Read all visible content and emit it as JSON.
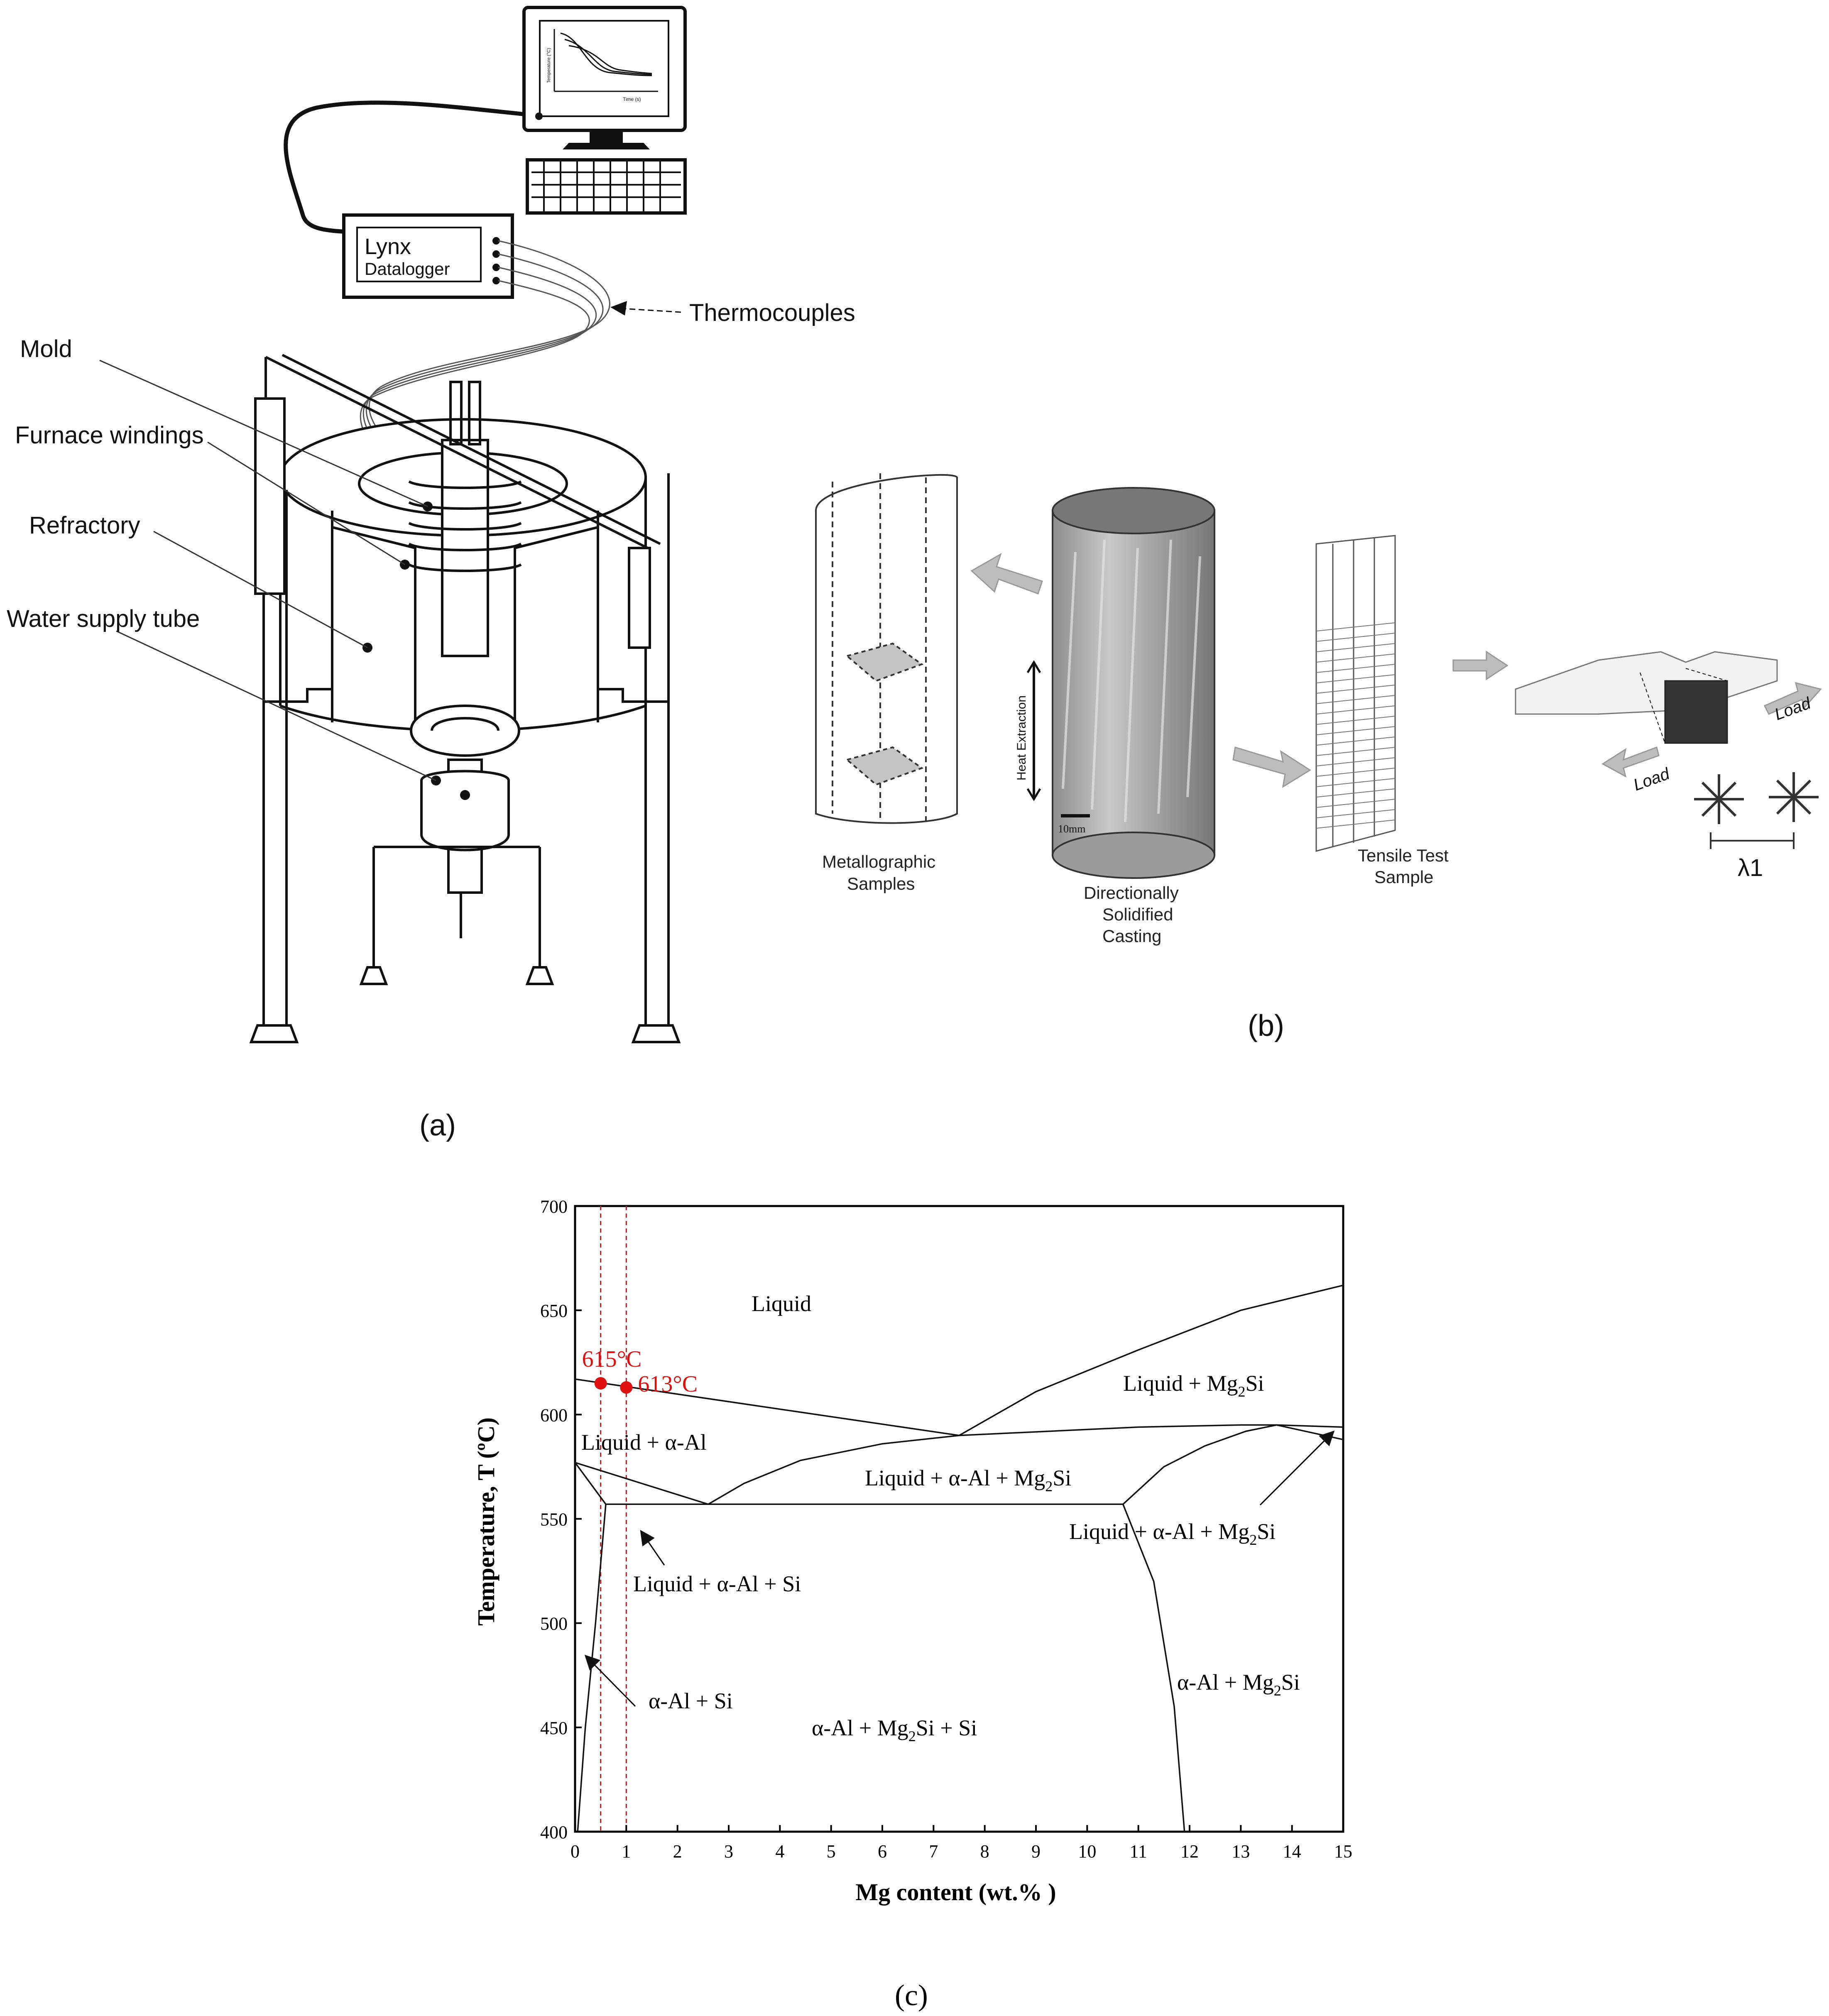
{
  "panel_a": {
    "monitor_plot": {
      "ylabel": "Temperature (°C)",
      "xlabel": "Time (s)"
    },
    "datalogger": {
      "line1": "Lynx",
      "line2": "Datalogger"
    },
    "labels": {
      "thermocouples": "Thermocouples",
      "mold": "Mold",
      "furnace_windings": "Furnace windings",
      "refractory": "Refractory",
      "water_supply_tube": "Water supply tube"
    },
    "caption": "(a)"
  },
  "panel_b": {
    "metallographic": "Metallographic Samples",
    "casting": "Directionally Solidified Casting",
    "heat_extraction": "Heat Extraction",
    "scale": "10mm",
    "tensile": "Tensile Test Sample",
    "load": "Load",
    "lambda": "λ1",
    "caption": "(b)"
  },
  "panel_c": {
    "caption": "(c)",
    "chart_data": {
      "type": "line",
      "xlabel": "Mg content (wt.% )",
      "ylabel": "Temperature, T (ºC)",
      "xlim": [
        0,
        15
      ],
      "ylim": [
        400,
        700
      ],
      "xticks": [
        0,
        1,
        2,
        3,
        4,
        5,
        6,
        7,
        8,
        9,
        10,
        11,
        12,
        13,
        14,
        15
      ],
      "yticks": [
        400,
        450,
        500,
        550,
        600,
        650,
        700
      ],
      "series": [
        {
          "x": [
            0,
            7.5
          ],
          "y": [
            617,
            590
          ]
        },
        {
          "x": [
            7.5,
            9,
            11,
            13,
            15
          ],
          "y": [
            590,
            611,
            631,
            650,
            662
          ]
        },
        {
          "x": [
            7.5,
            11,
            13,
            13.7,
            15
          ],
          "y": [
            590,
            594,
            595,
            595,
            594
          ]
        },
        {
          "x": [
            13.7,
            15
          ],
          "y": [
            595,
            588
          ]
        },
        {
          "x": [
            0,
            2.6
          ],
          "y": [
            577,
            557
          ]
        },
        {
          "x": [
            2.6,
            3.3,
            4.4,
            6,
            7.5
          ],
          "y": [
            557,
            567,
            578,
            586,
            590
          ]
        },
        {
          "x": [
            0,
            0.6
          ],
          "y": [
            577,
            557
          ]
        },
        {
          "x": [
            0.6,
            10.7
          ],
          "y": [
            557,
            557
          ]
        },
        {
          "x": [
            10.7,
            11.5,
            12.3,
            13.1,
            13.7
          ],
          "y": [
            557,
            575,
            585,
            592,
            595
          ]
        },
        {
          "x": [
            10.7,
            11.3,
            11.7,
            11.9
          ],
          "y": [
            557,
            520,
            460,
            400
          ]
        },
        {
          "x": [
            0.6,
            0.4,
            0.2,
            0.05
          ],
          "y": [
            557,
            500,
            450,
            400
          ]
        }
      ],
      "reference_lines_x": [
        0.5,
        1.0
      ],
      "points": [
        {
          "x": 0.5,
          "y": 615,
          "label": "615°C"
        },
        {
          "x": 1.0,
          "y": 613,
          "label": "613°C"
        }
      ],
      "region_labels": {
        "liquid": "Liquid",
        "liquid_mg2si_a": "Liquid + Mg",
        "liquid_al_a": "Liquid + α-Al",
        "liquid_al_mg2si_a": "Liquid + α-Al + Mg",
        "liquid_al_mg2si_b": "Liquid + α-Al + Mg",
        "liquid_al_si": "Liquid + α-Al + Si",
        "al_si": "α-Al + Si",
        "al_mg2si_si_a": "α-Al + Mg",
        "al_mg2si_si_b": "Si + Si",
        "al_mg2si_a": "α-Al + Mg",
        "sub2": "2",
        "si": "Si"
      }
    }
  },
  "colors": {
    "accent_red": "#e01010",
    "line": "#111111"
  }
}
